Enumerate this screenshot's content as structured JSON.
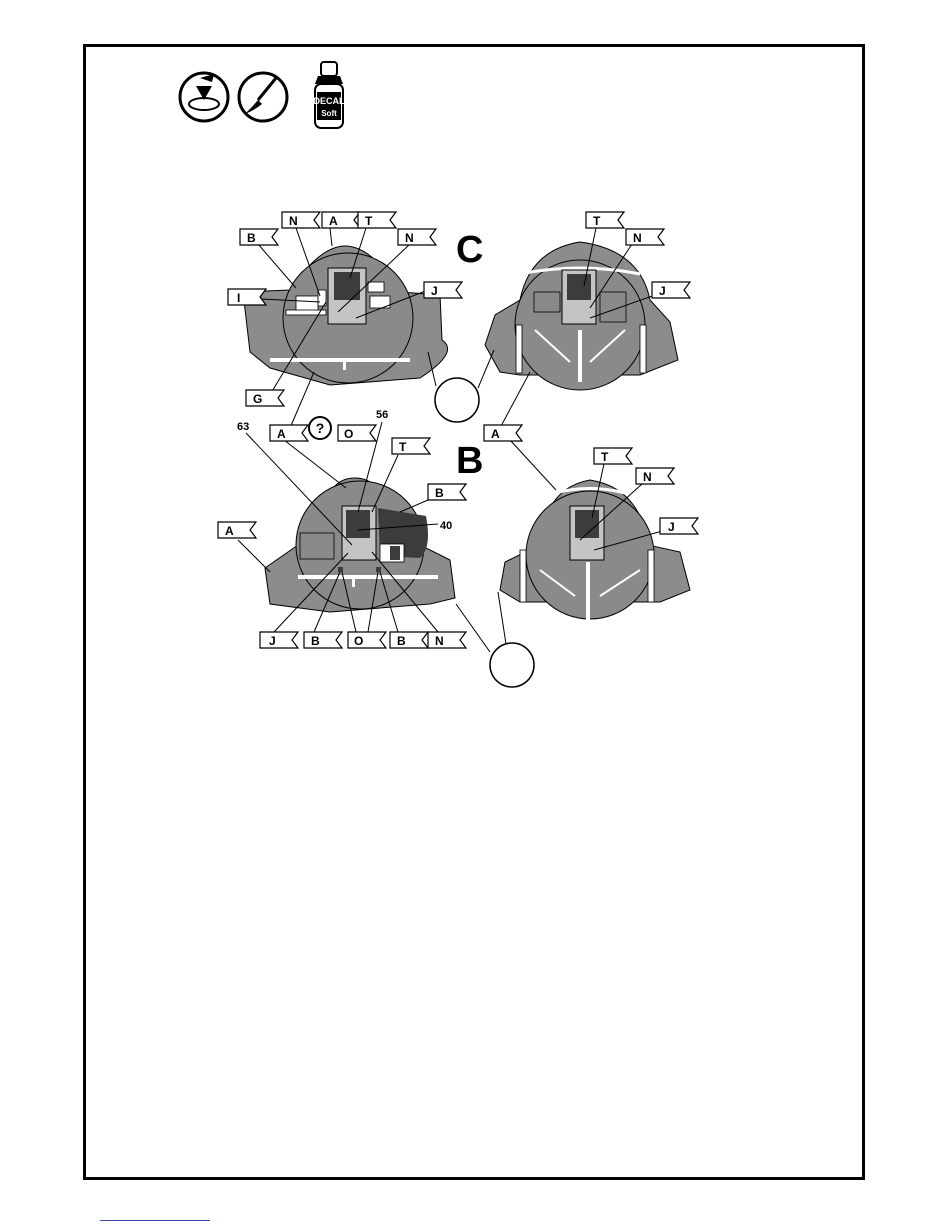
{
  "icons": {
    "decal_can_top": "DECAL",
    "decal_can_bottom": "Soft",
    "tool_1": "decal-water-dip-icon",
    "tool_2": "paint-brush-icon"
  },
  "views": {
    "top_letter": "C",
    "bottom_letter": "B"
  },
  "labels": {
    "C_left": [
      "N",
      "A",
      "T",
      "B",
      "N",
      "I",
      "J",
      "G",
      "A"
    ],
    "C_right": [
      "T",
      "N",
      "J",
      "A"
    ],
    "B_left": [
      "O",
      "A",
      "T",
      "B",
      "J",
      "B",
      "O",
      "B",
      "N"
    ],
    "B_right": [
      "T",
      "N",
      "J"
    ]
  },
  "part_numbers": {
    "p56": "56",
    "p63": "63",
    "p40": "40"
  },
  "question_mark": "?",
  "colors": {
    "cockpit_grey": "#8c8c8c",
    "panel_light": "#c4c4c4",
    "panel_dark": "#3c3c3c",
    "line": "#000000"
  }
}
